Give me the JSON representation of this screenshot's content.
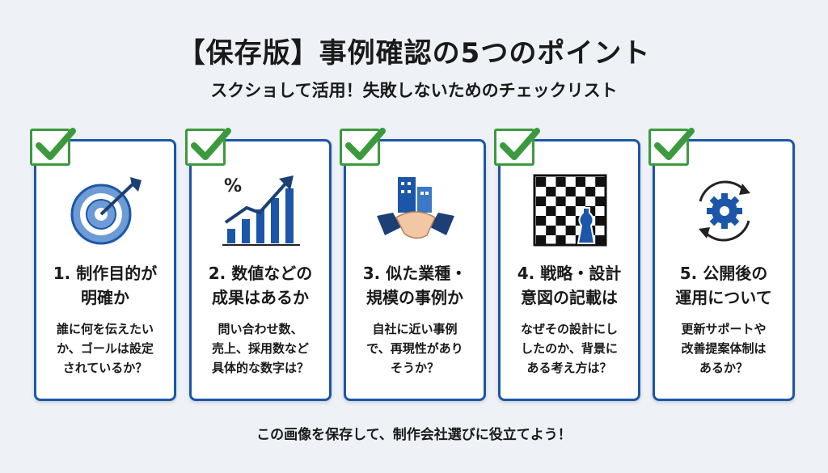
{
  "title": "【保存版】事例確認の5つのポイント",
  "subtitle": "スクショして活用！失敗しないためのチェックリスト",
  "cards": [
    {
      "icon": "target-icon",
      "head1": "1. 制作目的が",
      "head2": "明確か",
      "desc": [
        "誰に何を伝えたい",
        "か、ゴールは設定",
        "されているか？"
      ]
    },
    {
      "icon": "growth-chart-icon",
      "head1": "2. 数値などの",
      "head2": "成果はあるか",
      "desc": [
        "問い合わせ数、",
        "売上、採用数など",
        "具体的な数字は？"
      ]
    },
    {
      "icon": "handshake-icon",
      "head1": "3. 似た業種・",
      "head2": "規模の事例か",
      "desc": [
        "自社に近い事例",
        "で、再現性があり",
        "そうか？"
      ]
    },
    {
      "icon": "chess-icon",
      "head1": "4. 戦略・設計",
      "head2": "意図の記載は",
      "desc": [
        "なぜその設計にし",
        "したのか、背景に",
        "ある考え方は？"
      ]
    },
    {
      "icon": "gear-cycle-icon",
      "head1": "5. 公開後の",
      "head2": "運用について",
      "desc": [
        "更新サポートや",
        "改善提案体制は",
        "あるか？"
      ]
    }
  ],
  "footer": "この画像を保存して、制作会社選びに役立てよう！",
  "colors": {
    "blue": "#1c56a8",
    "green": "#3c9a3e",
    "bg": "#eef2f6"
  }
}
